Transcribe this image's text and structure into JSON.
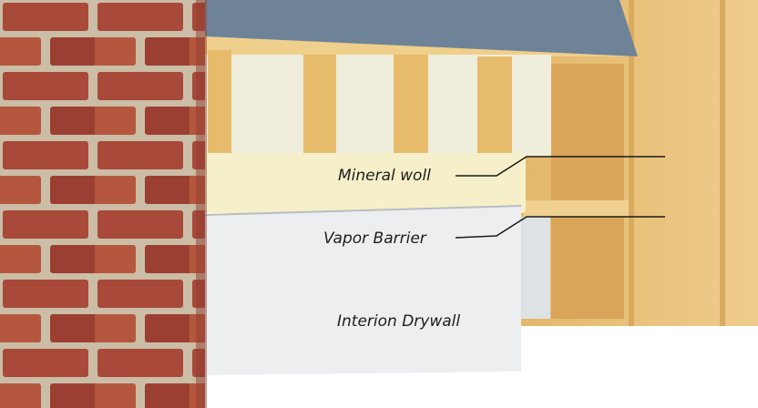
{
  "labels": {
    "mineral_wool": "Mineral woll",
    "vapor_barrier": "Vapor Barrier",
    "interior_drywall": "Interion Drywall"
  },
  "colors": {
    "brick": "#a8493a",
    "mortar": "#cbbda6",
    "roof": "#6e8398",
    "wood": "#e8c27c",
    "mineral_wool": "#f5f0c9",
    "drywall": "#eceef0"
  }
}
